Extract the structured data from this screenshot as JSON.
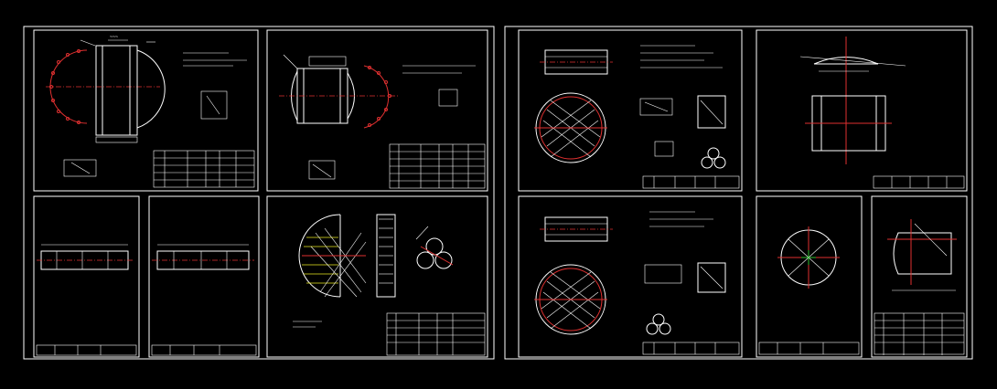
{
  "colors": {
    "background": "#000000",
    "line": "#ffffff",
    "centerline": "#e03030",
    "hatch": "#e8e820",
    "accent": "#30c030"
  },
  "sheets": [
    {
      "id": "tl",
      "label": ""
    },
    {
      "id": "tm",
      "label": ""
    },
    {
      "id": "bl1",
      "label": ""
    },
    {
      "id": "bl2",
      "label": ""
    },
    {
      "id": "bm",
      "label": ""
    },
    {
      "id": "rt1",
      "label": ""
    },
    {
      "id": "rt2",
      "label": ""
    },
    {
      "id": "rb1",
      "label": ""
    },
    {
      "id": "rb2",
      "label": ""
    },
    {
      "id": "rb3",
      "label": ""
    }
  ]
}
